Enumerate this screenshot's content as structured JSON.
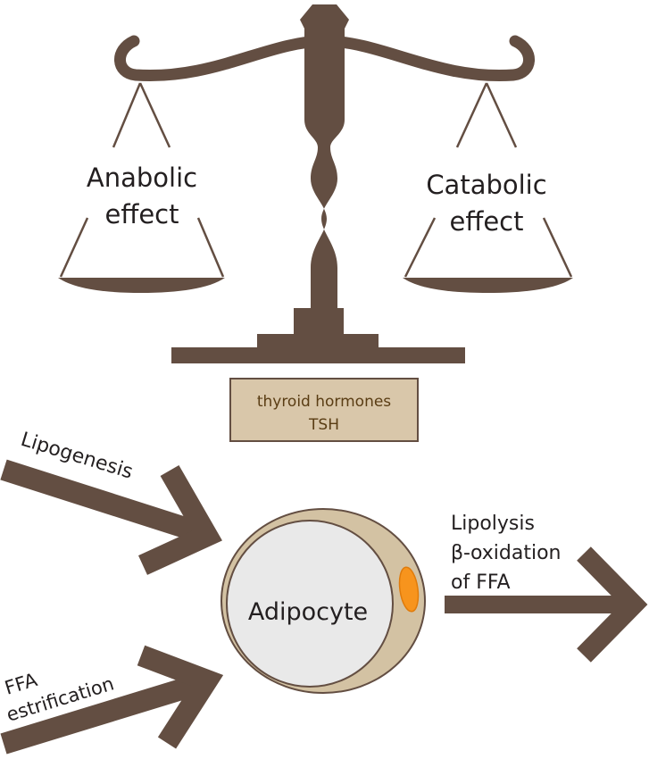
{
  "scale": {
    "left_pan_label": [
      "Anabolic",
      "effect"
    ],
    "right_pan_label": [
      "Catabolic",
      "effect"
    ]
  },
  "regulators_box": {
    "lines": [
      "thyroid hormones",
      "TSH"
    ]
  },
  "arrows": {
    "lipogenesis": "Lipogenesis",
    "ffa_estrification": [
      "FFA",
      "estrification"
    ],
    "lipolysis": [
      "Lipolysis",
      "β-oxidation",
      "of FFA"
    ]
  },
  "cell": {
    "label": "Adipocyte"
  },
  "colors": {
    "scale_brown": "#634e42",
    "box_fill": "#d9c7aa",
    "box_border": "#634e42",
    "cell_membrane": "#d3c2a3",
    "cell_interior": "#e9e9e9",
    "nucleus": "#f7941d"
  }
}
